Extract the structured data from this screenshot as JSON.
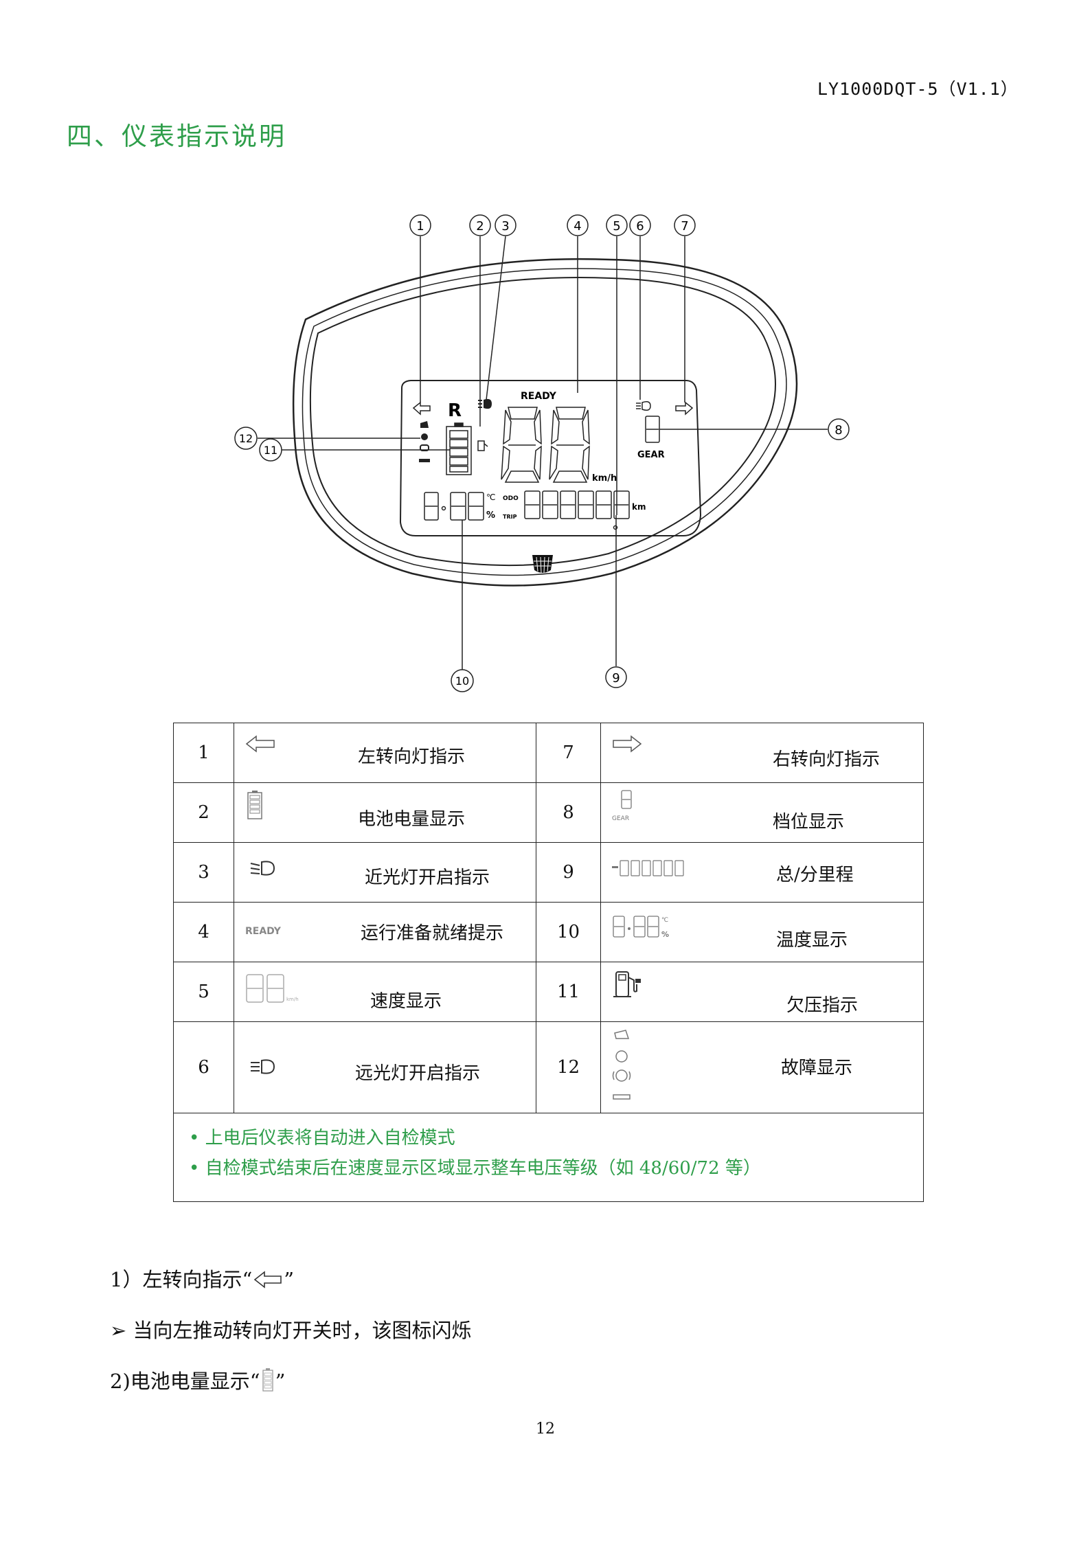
{
  "doc_id": "LY1000DQT-5（V1.1）",
  "heading": "四、仪表指示说明",
  "figure": {
    "callouts": [
      "1",
      "2",
      "3",
      "4",
      "5",
      "6",
      "7",
      "8",
      "9",
      "10",
      "11",
      "12"
    ],
    "display": {
      "ready": "READY",
      "reverse": "R",
      "kmh": "km/h",
      "gear": "GEAR",
      "odo": "ODO",
      "trip": "TRIP",
      "km": "km",
      "celsius": "℃",
      "percent": "%"
    }
  },
  "legend": {
    "rows": [
      {
        "left": {
          "num": "1",
          "icon": "left-arrow-icon",
          "label": "左转向灯指示"
        },
        "right": {
          "num": "7",
          "icon": "right-arrow-icon",
          "label": "右转向灯指示"
        }
      },
      {
        "left": {
          "num": "2",
          "icon": "battery-icon",
          "label": "电池电量显示"
        },
        "right": {
          "num": "8",
          "icon": "gear-digit-icon",
          "label": "档位显示",
          "icon_text": "GEAR"
        }
      },
      {
        "left": {
          "num": "3",
          "icon": "low-beam-icon",
          "label": "近光灯开启指示"
        },
        "right": {
          "num": "9",
          "icon": "odometer-digits-icon",
          "label": "总/分里程"
        }
      },
      {
        "left": {
          "num": "4",
          "icon": "ready-icon",
          "label": "运行准备就绪提示",
          "icon_text": "READY"
        },
        "right": {
          "num": "10",
          "icon": "temperature-digits-icon",
          "label": "温度显示"
        }
      },
      {
        "left": {
          "num": "5",
          "icon": "speed-digits-icon",
          "label": "速度显示"
        },
        "right": {
          "num": "11",
          "icon": "undervoltage-icon",
          "label": "欠压指示"
        }
      },
      {
        "left": {
          "num": "6",
          "icon": "high-beam-icon",
          "label": "远光灯开启指示"
        },
        "right": {
          "num": "12",
          "icon": "fault-icons",
          "label": "故障显示"
        }
      }
    ],
    "notes": [
      "• 上电后仪表将自动进入自检模式",
      "• 自检模式结束后在速度显示区域显示整车电压等级（如 48/60/72 等）"
    ]
  },
  "paragraphs": {
    "p1_prefix": "1）左转向指示“",
    "p1_suffix": "”",
    "p2": "➢  当向左推动转向灯开关时，该图标闪烁",
    "p3_prefix": "2)电池电量显示“",
    "p3_suffix": "”"
  },
  "page_number": "12"
}
